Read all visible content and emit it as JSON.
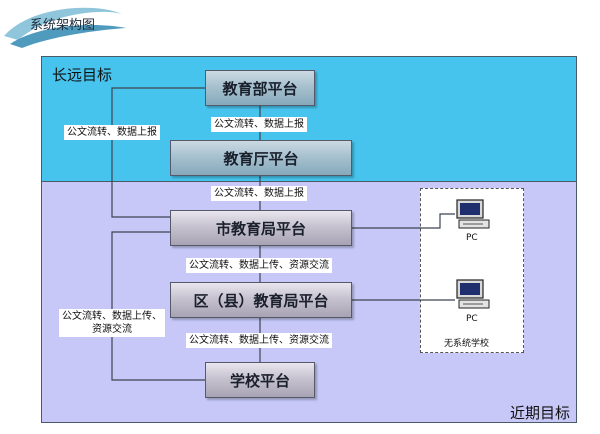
{
  "header": {
    "title": "系统架构图"
  },
  "zones": {
    "long_term": {
      "label": "长远目标",
      "color": "#46c4ee"
    },
    "short_term": {
      "label": "近期目标",
      "color": "#c7c8f8"
    }
  },
  "platforms": {
    "ministry": "教育部平台",
    "dept": "教育厅平台",
    "city": "市教育局平台",
    "district": "区（县）教育局平台",
    "school": "学校平台"
  },
  "flows": {
    "ministry_dept": "公文流转、数据上报",
    "dept_city": "公文流转、数据上报",
    "city_district": "公文流转、数据上传、资源交流",
    "district_school": "公文流转、数据上传、资源交流",
    "ministry_city_side": "公文流转、数据上报",
    "school_city_side": "公文流转、数据上传、资源交流"
  },
  "no_system_school": {
    "label": "无系统学校",
    "pc1": "PC",
    "pc2": "PC"
  }
}
